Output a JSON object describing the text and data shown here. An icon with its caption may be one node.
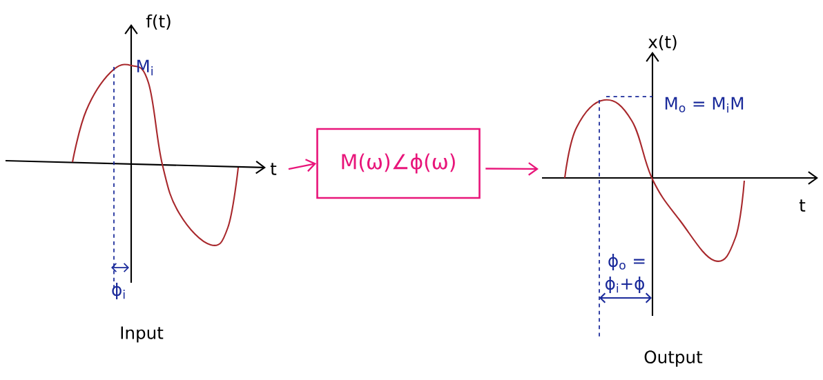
{
  "diagram": {
    "nodes": [
      {
        "text": [
          "t"
        ]
      },
      {
        "text": [
          "M(ω)∠ϕ(ω)"
        ]
      }
    ],
    "edges": [
      {
        "from": 0,
        "to": 1,
        "arrow": "to"
      },
      {
        "from": 1,
        "to": null,
        "arrow": "to"
      }
    ],
    "labels": [
      "f(t)",
      "M$_{i}$",
      "ϕ$_{i}$",
      "Input",
      "x(t)",
      "M$_{o}$ = M$_{i}$M",
      "t",
      "ϕ$_{o}$ =",
      "ϕ$_{i}$+ϕ",
      "Output"
    ]
  }
}
